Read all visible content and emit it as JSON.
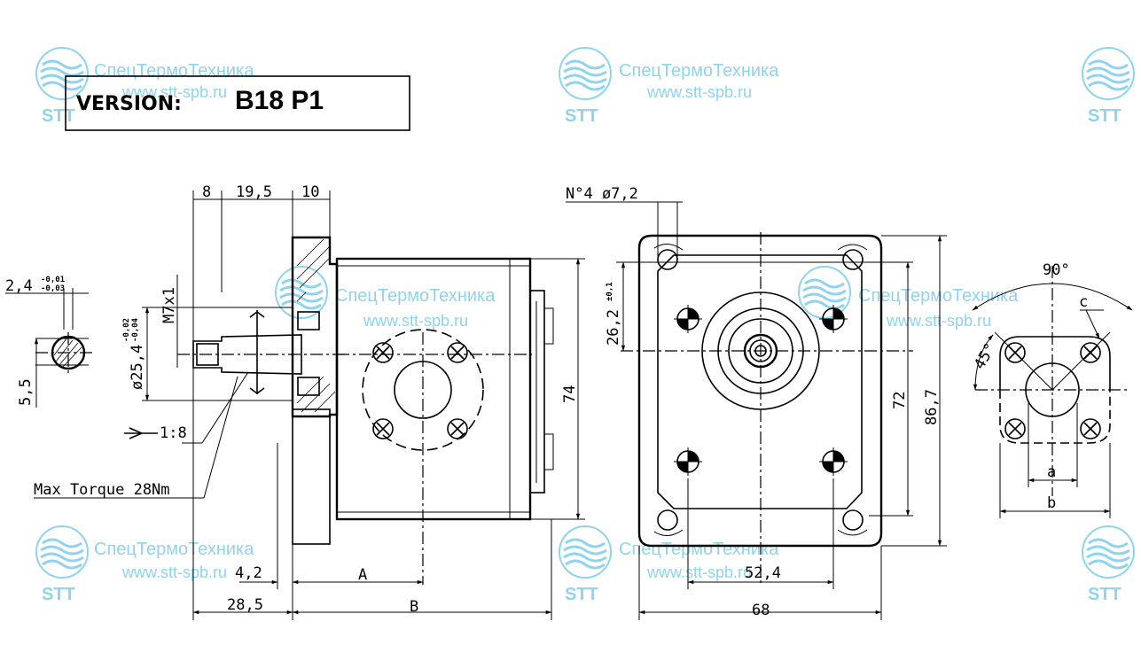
{
  "version": {
    "label": "VERSION:",
    "value": "B18 P1"
  },
  "watermark": {
    "title": "СпецТермоТехника",
    "url": "www.stt-spb.ru",
    "logo": "STT"
  },
  "side_view": {
    "dim_8": "8",
    "dim_19_5": "19,5",
    "dim_10": "10",
    "thread": "M7x1",
    "shaft_diameter": "ø25,4",
    "shaft_tol_upper": "-0,02",
    "shaft_tol_lower": "-0,04",
    "taper": "1:8",
    "torque": "Max Torque 28Nm",
    "dim_74": "74",
    "dim_4_2": "4,2",
    "dim_A": "A",
    "dim_28_5": "28,5",
    "dim_B": "B"
  },
  "key_view": {
    "key_width": "2,4",
    "key_tol_upper": "-0,01",
    "key_tol_lower": "-0,03",
    "dim_5_5": "5,5"
  },
  "front_view": {
    "holes": "N°4 ø7,2",
    "dim_26_2": "26,2",
    "dim_26_2_tol": "±0,1",
    "dim_72": "72",
    "dim_86_7": "86,7",
    "dim_52_4": "52,4",
    "dim_68": "68"
  },
  "port_view": {
    "angle_90": "90°",
    "angle_45": "45°",
    "dim_c": "c",
    "dim_a": "a",
    "dim_b": "b"
  }
}
